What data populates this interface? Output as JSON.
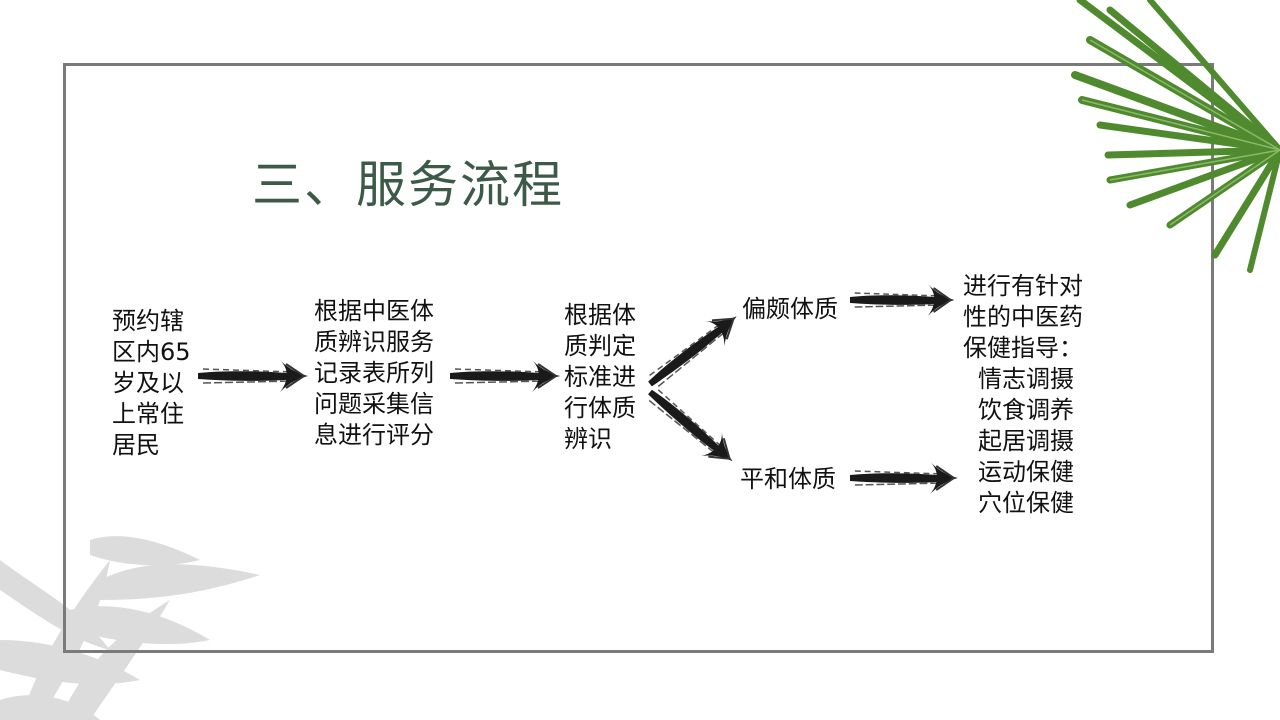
{
  "slide": {
    "title": "三、服务流程"
  },
  "flow": {
    "residents": [
      "预约辖",
      "区内65",
      "岁及以",
      "上常住",
      "居民"
    ],
    "collect": [
      "根据中医体",
      "质辨识服务",
      "记录表所列",
      "问题采集信",
      "息进行评分"
    ],
    "identify": [
      "根据体",
      "质判定",
      "标准进",
      "行体质",
      "辨识"
    ],
    "biased": "偏颇体质",
    "neutral": "平和体质",
    "guidance": [
      "进行有针对",
      "性的中医药",
      "保健指导："
    ],
    "guidance_items": [
      "情志调摄",
      "饮食调养",
      "起居调摄",
      "运动保健",
      "穴位保健"
    ]
  },
  "colors": {
    "title": "#3d5a48",
    "frame": "#7a7a7a",
    "arrow": "#1a1a1a",
    "palm": "#4f8a2e"
  }
}
